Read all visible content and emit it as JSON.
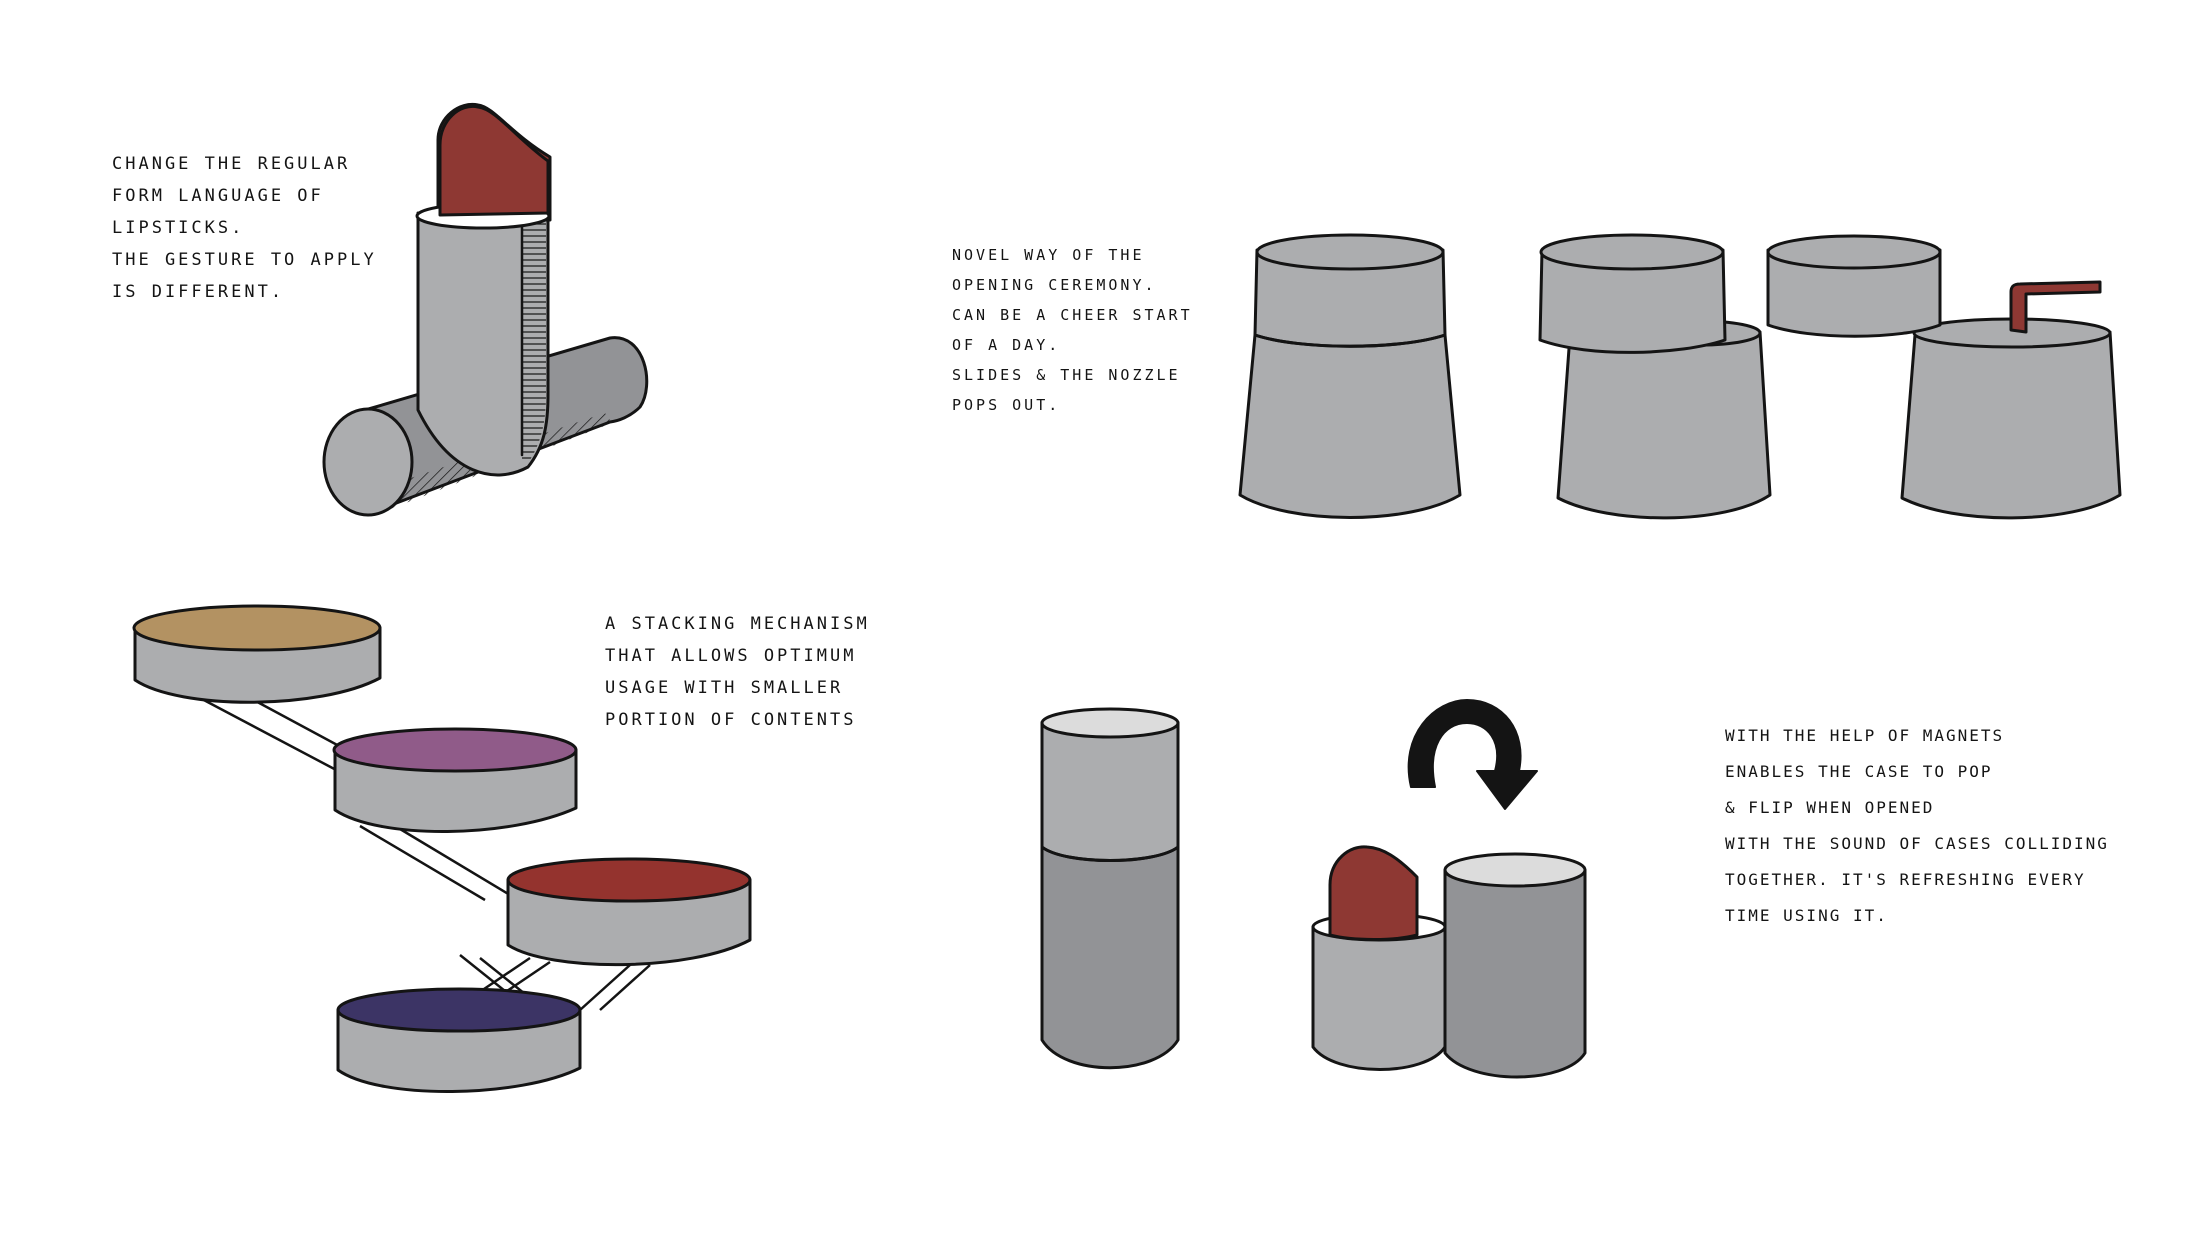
{
  "colors": {
    "case_light": "#ACADAF",
    "case_dark": "#929396",
    "outline": "#141414",
    "lipstick_red": "#8E3833",
    "nozzle_red": "#8E3833",
    "pan_gold": "#B39262",
    "pan_purple": "#905B89",
    "pan_red": "#94332E",
    "pan_navy": "#3C3465",
    "cap_top": "#DCDCDC",
    "background": "#FFFFFF"
  },
  "notes": {
    "concept1": {
      "lines": [
        "CHANGE THE REGULAR",
        "FORM LANGUAGE OF",
        "LIPSTICKS.",
        "THE GESTURE TO APPLY",
        "IS DIFFERENT."
      ]
    },
    "concept2": {
      "lines": [
        "NOVEL WAY OF THE",
        "OPENING CEREMONY.",
        "CAN BE A CHEER START",
        "OF A DAY.",
        "SLIDES & THE NOZZLE",
        "POPS OUT."
      ]
    },
    "concept3": {
      "lines": [
        "A STACKING MECHANISM",
        "THAT ALLOWS OPTIMUM",
        "USAGE WITH SMALLER",
        "PORTION OF CONTENTS"
      ]
    },
    "concept4": {
      "lines": [
        "WITH THE HELP OF MAGNETS",
        "ENABLES THE CASE TO POP",
        "& FLIP WHEN OPENED",
        "WITH THE SOUND OF CASES COLLIDING",
        "TOGETHER. IT'S REFRESHING EVERY",
        "TIME USING IT."
      ]
    }
  },
  "icons": {
    "flip_arrow": "curved-arrow-icon"
  }
}
